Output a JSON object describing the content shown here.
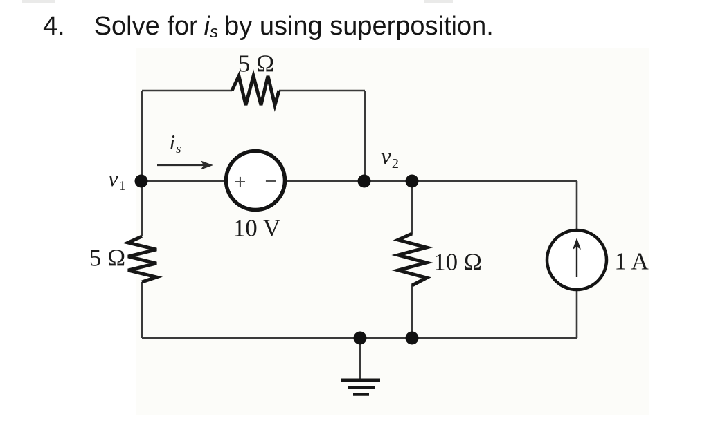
{
  "page": {
    "title": {
      "number": "4.",
      "before_var": "Solve for",
      "var_base": "i",
      "var_sub": "s",
      "after_var": "by using superposition."
    }
  },
  "colors": {
    "ink": "#161616",
    "wire": "#3a3a3a",
    "sign_gray": "#515151",
    "scan_background": "#fcfcf9"
  },
  "circuit": {
    "components": {
      "top_resistor_label": "5 Ω",
      "left_resistor_label": "5 Ω",
      "right_resistor_label": "10 Ω",
      "voltage_source_label": "10 V",
      "voltage_source_plus": "+",
      "voltage_source_minus": "−",
      "current_source_label": "1 A"
    },
    "nodes": {
      "v1": {
        "base": "v",
        "sub": "1"
      },
      "v2": {
        "base": "v",
        "sub": "2"
      },
      "is": {
        "base": "i",
        "sub": "s"
      }
    }
  }
}
